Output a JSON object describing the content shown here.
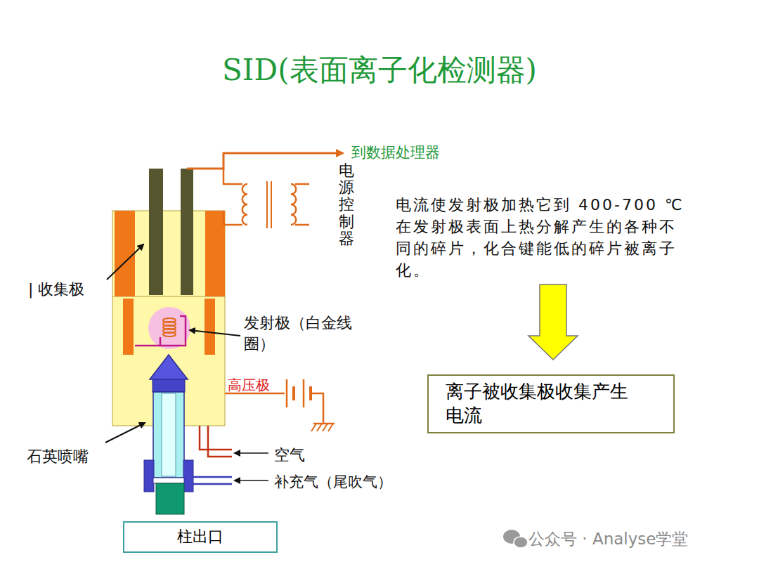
{
  "diagram": {
    "title": "SID(表面离子化检测器)",
    "nodes": [
      {
        "text": [
          "离子被收集极收集产生 电流"
        ]
      },
      {
        "text": [
          "柱出口"
        ]
      }
    ],
    "labels": [
      "到数据处理器",
      "电源控制器",
      "| 收集极",
      "发射极（白金线 圈）",
      "高压极",
      "石英喷嘴",
      "空气",
      "补充气（尾吹气）",
      "电流使发射极加热它到 400-700 ℃ 在发射极表面上热分解产生的各种不 同的碎片，化合键能低的碎片被离子 化。",
      "公众号 · Analyse学堂"
    ]
  }
}
